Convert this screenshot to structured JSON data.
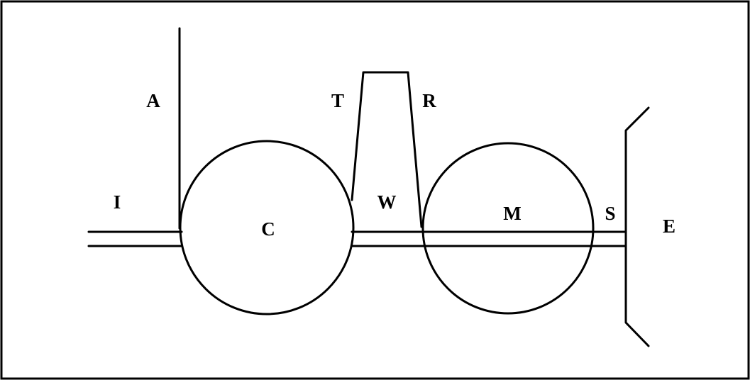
{
  "labels": {
    "a": "A",
    "t": "T",
    "r": "R",
    "i": "I",
    "w": "W",
    "c": "C",
    "m": "M",
    "s": "S",
    "e": "E"
  }
}
